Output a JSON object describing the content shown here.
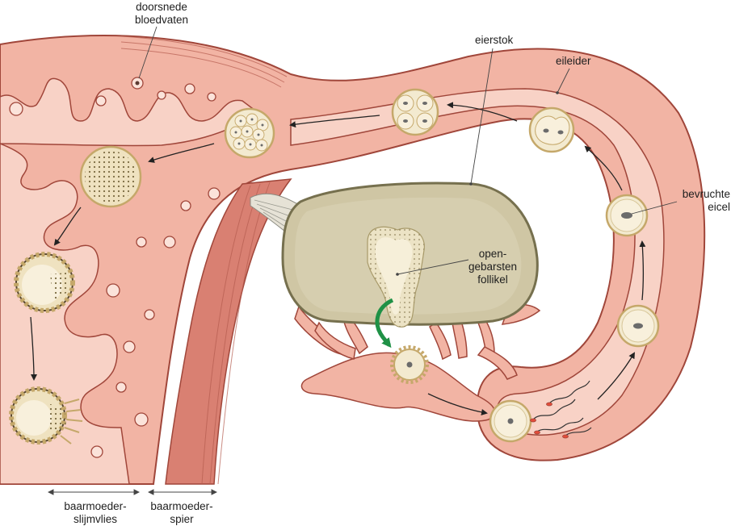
{
  "labels": {
    "blood_vessels_cross_section": {
      "line1": "doorsnede",
      "line2": "bloedvaten"
    },
    "ovary": "eierstok",
    "oviduct": "eileider",
    "fertilized_egg": {
      "line1": "bevruchte",
      "line2": "eicel"
    },
    "ruptured_follicle": {
      "line1": "open-",
      "line2": "gebarsten",
      "line3": "follikel"
    },
    "endometrium": {
      "line1": "baarmoeder-",
      "line2": "slijmvlies"
    },
    "myometrium": {
      "line1": "baarmoeder-",
      "line2": "spier"
    }
  },
  "colors": {
    "tissue_fill": "#f2b4a4",
    "tissue_light": "#f8d2c6",
    "tissue_outline": "#a0463a",
    "muscle": "#d98072",
    "ovary_fill": "#cfc6a4",
    "ovary_outline": "#76704e",
    "follicle_fill": "#ece3c5",
    "cell_fill": "#f3ead0",
    "cell_ring": "#c5a86a",
    "nucleus": "#6b6b6b",
    "ovulation_arrow": "#1f9146",
    "path_arrow": "#222222"
  }
}
